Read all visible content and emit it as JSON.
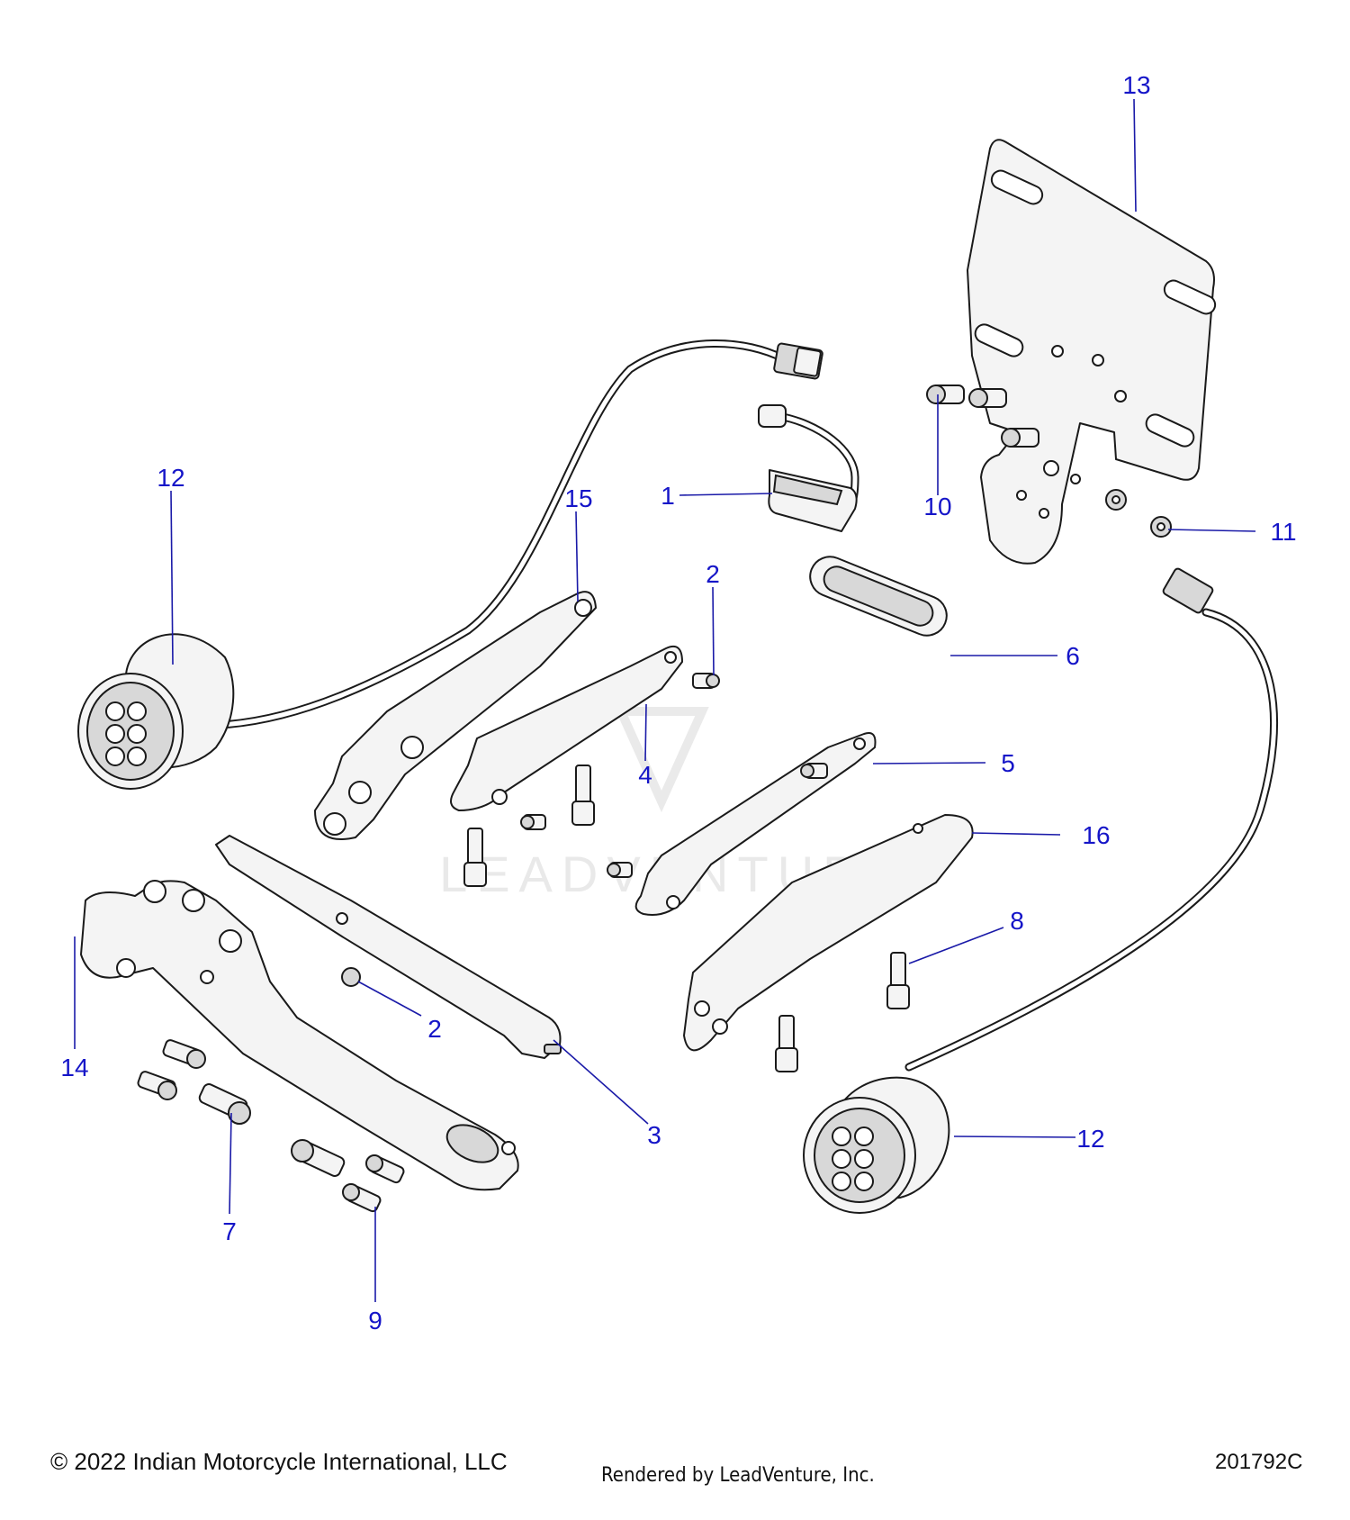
{
  "diagram": {
    "callouts": [
      {
        "id": "c13",
        "label": "13"
      },
      {
        "id": "c12a",
        "label": "12"
      },
      {
        "id": "c15",
        "label": "15"
      },
      {
        "id": "c1",
        "label": "1"
      },
      {
        "id": "c10",
        "label": "10"
      },
      {
        "id": "c11",
        "label": "11"
      },
      {
        "id": "c2a",
        "label": "2"
      },
      {
        "id": "c6",
        "label": "6"
      },
      {
        "id": "c4",
        "label": "4"
      },
      {
        "id": "c5",
        "label": "5"
      },
      {
        "id": "c16",
        "label": "16"
      },
      {
        "id": "c8",
        "label": "8"
      },
      {
        "id": "c2b",
        "label": "2"
      },
      {
        "id": "c14",
        "label": "14"
      },
      {
        "id": "c3",
        "label": "3"
      },
      {
        "id": "c12b",
        "label": "12"
      },
      {
        "id": "c7",
        "label": "7"
      },
      {
        "id": "c9",
        "label": "9"
      }
    ],
    "watermark": "LEADVENTURE"
  },
  "footer": {
    "copyright": "© 2022 Indian Motorcycle International, LLC",
    "rendered_by": "Rendered by LeadVenture, Inc.",
    "diagram_id": "201792C"
  }
}
